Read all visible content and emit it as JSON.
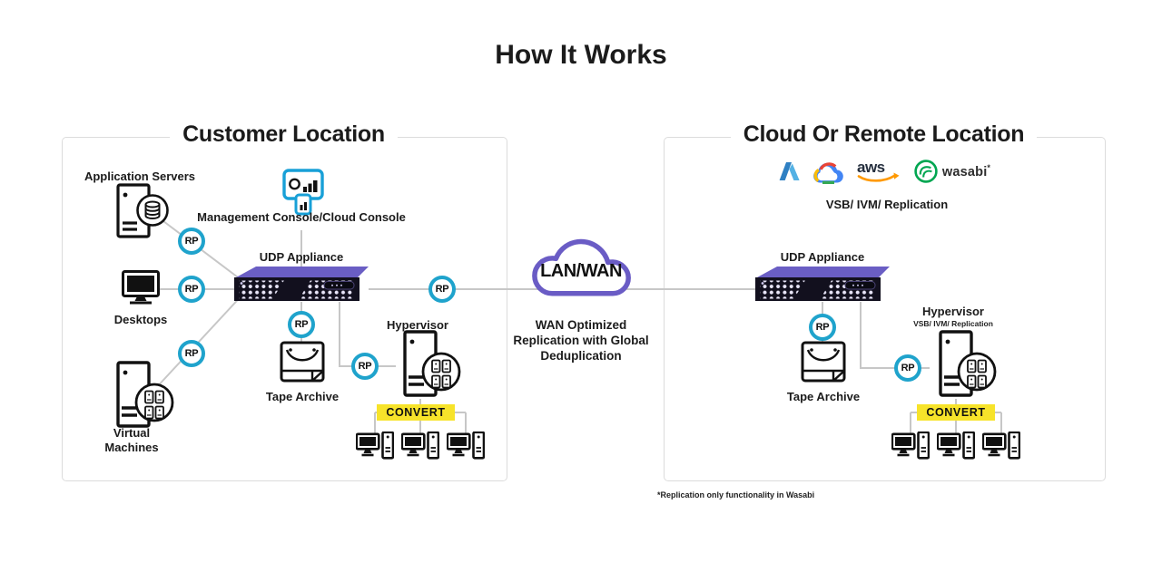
{
  "page_title": "How It Works",
  "left_panel": {
    "title": "Customer Location",
    "application_servers": "Application Servers",
    "management_console": "Management Console/Cloud Console",
    "udp_appliance": "UDP Appliance",
    "desktops": "Desktops",
    "virtual_machines": "Virtual Machines",
    "tape_archive": "Tape Archive",
    "hypervisor": "Hypervisor",
    "convert": "CONVERT"
  },
  "center": {
    "cloud_label": "LAN/WAN",
    "caption": "WAN Optimized Replication with Global Deduplication"
  },
  "right_panel": {
    "title": "Cloud Or Remote Location",
    "providers": {
      "azure": "azure-logo",
      "google_cloud": "google-cloud-logo",
      "aws": "aws",
      "wasabi": "wasabi",
      "wasabi_asterisk": "*"
    },
    "services": "VSB/ IVM/ Replication",
    "udp_appliance": "UDP Appliance",
    "tape_archive": "Tape Archive",
    "hypervisor": "Hypervisor",
    "hypervisor_sub": "VSB/ IVM/ Replication",
    "convert": "CONVERT"
  },
  "badges": {
    "rp": "RP"
  },
  "footnote": "*Replication only functionality in Wasabi",
  "colors": {
    "purple": "#6A5CC5",
    "cyan": "#1FA3CC",
    "yellow": "#F7E32A",
    "line": "#C7C7C7"
  }
}
